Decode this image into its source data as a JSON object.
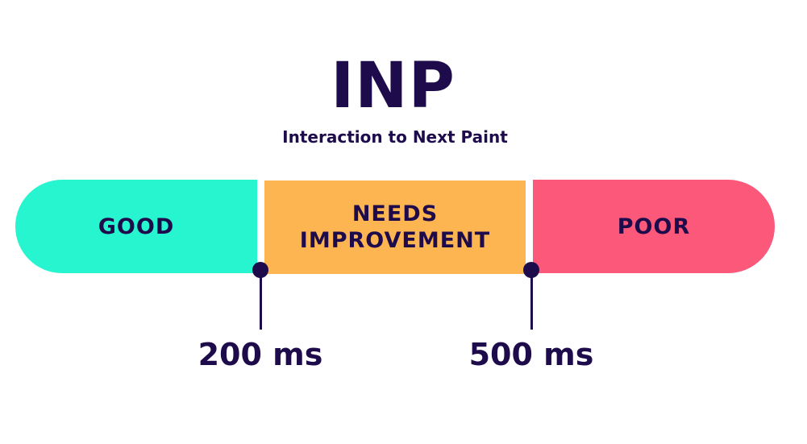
{
  "title": "INP",
  "subtitle": "Interaction to Next Paint",
  "segments": {
    "good": {
      "label": "GOOD",
      "color": "#26f5cf"
    },
    "needs": {
      "line1": "NEEDS",
      "line2": "IMPROVEMENT",
      "color": "#fcb551"
    },
    "poor": {
      "label": "POOR",
      "color": "#fb587a"
    }
  },
  "thresholds": [
    "200 ms",
    "500 ms"
  ]
}
